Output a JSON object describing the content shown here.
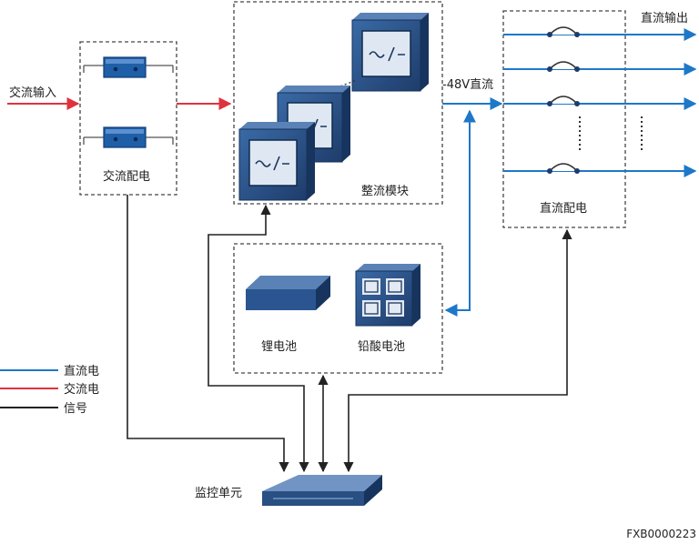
{
  "labels": {
    "ac_input": "交流输入",
    "ac_distribution": "交流配电",
    "rectifier_module": "整流模块",
    "dc_48v": "-48V直流",
    "dc_output": "直流输出",
    "dc_distribution": "直流配电",
    "lithium_battery": "锂电池",
    "lead_acid_battery": "铅酸电池",
    "monitoring_unit": "监控单元",
    "figure_id": "FXB0000223"
  },
  "legend": [
    {
      "label": "直流电",
      "color": "#1e78c8"
    },
    {
      "label": "交流电",
      "color": "#e0323c"
    },
    {
      "label": "信号",
      "color": "#222222"
    }
  ],
  "colors": {
    "dc": "#1e78c8",
    "ac": "#e0323c",
    "signal": "#222222",
    "device_dark": "#1e3c6a",
    "device_mid": "#2f5d94",
    "breaker": "#1f5fa8"
  },
  "icons": {
    "ac_breaker": "ac-breaker-icon",
    "rectifier": "rectifier-module-icon",
    "dc_switch": "dc-switch-icon",
    "lithium_battery": "lithium-battery-icon",
    "lead_acid_battery": "lead-acid-battery-icon",
    "monitoring_unit": "monitoring-unit-icon"
  }
}
